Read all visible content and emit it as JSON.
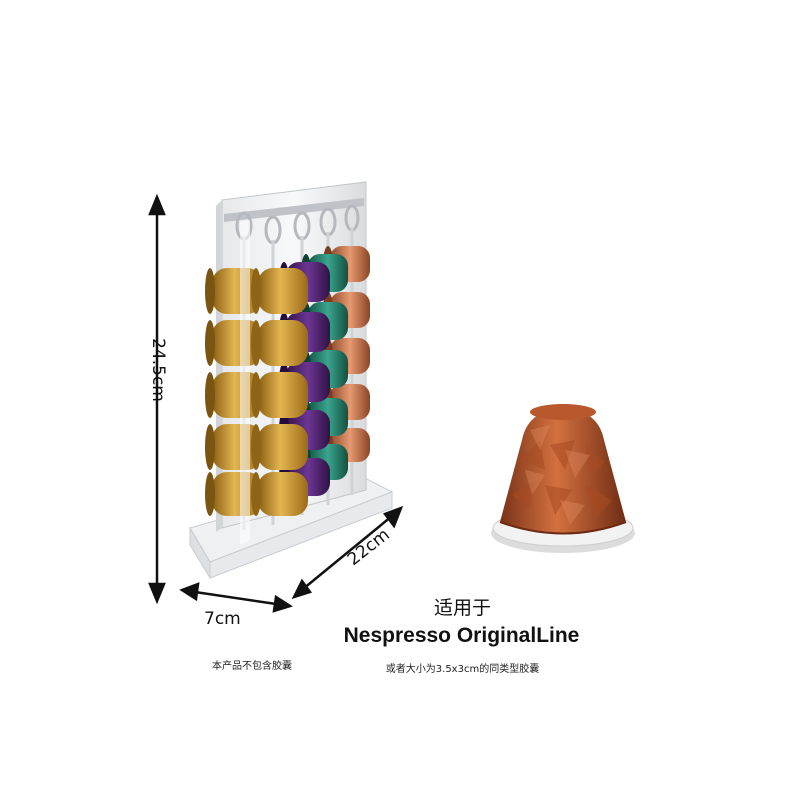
{
  "dimensions": {
    "height": "24.5cm",
    "width": "7cm",
    "depth": "22cm"
  },
  "notes": {
    "left": "本产品不包含胶囊",
    "compat_label": "适用于",
    "compat_title": "Nespresso OriginalLine",
    "compat_note": "或者大小为3.5x3cm的同类型胶囊"
  },
  "capsule_colors": {
    "gold": "#c8962e",
    "purple": "#5b2a7c",
    "teal": "#2f8c79",
    "copper": "#c9774f"
  }
}
